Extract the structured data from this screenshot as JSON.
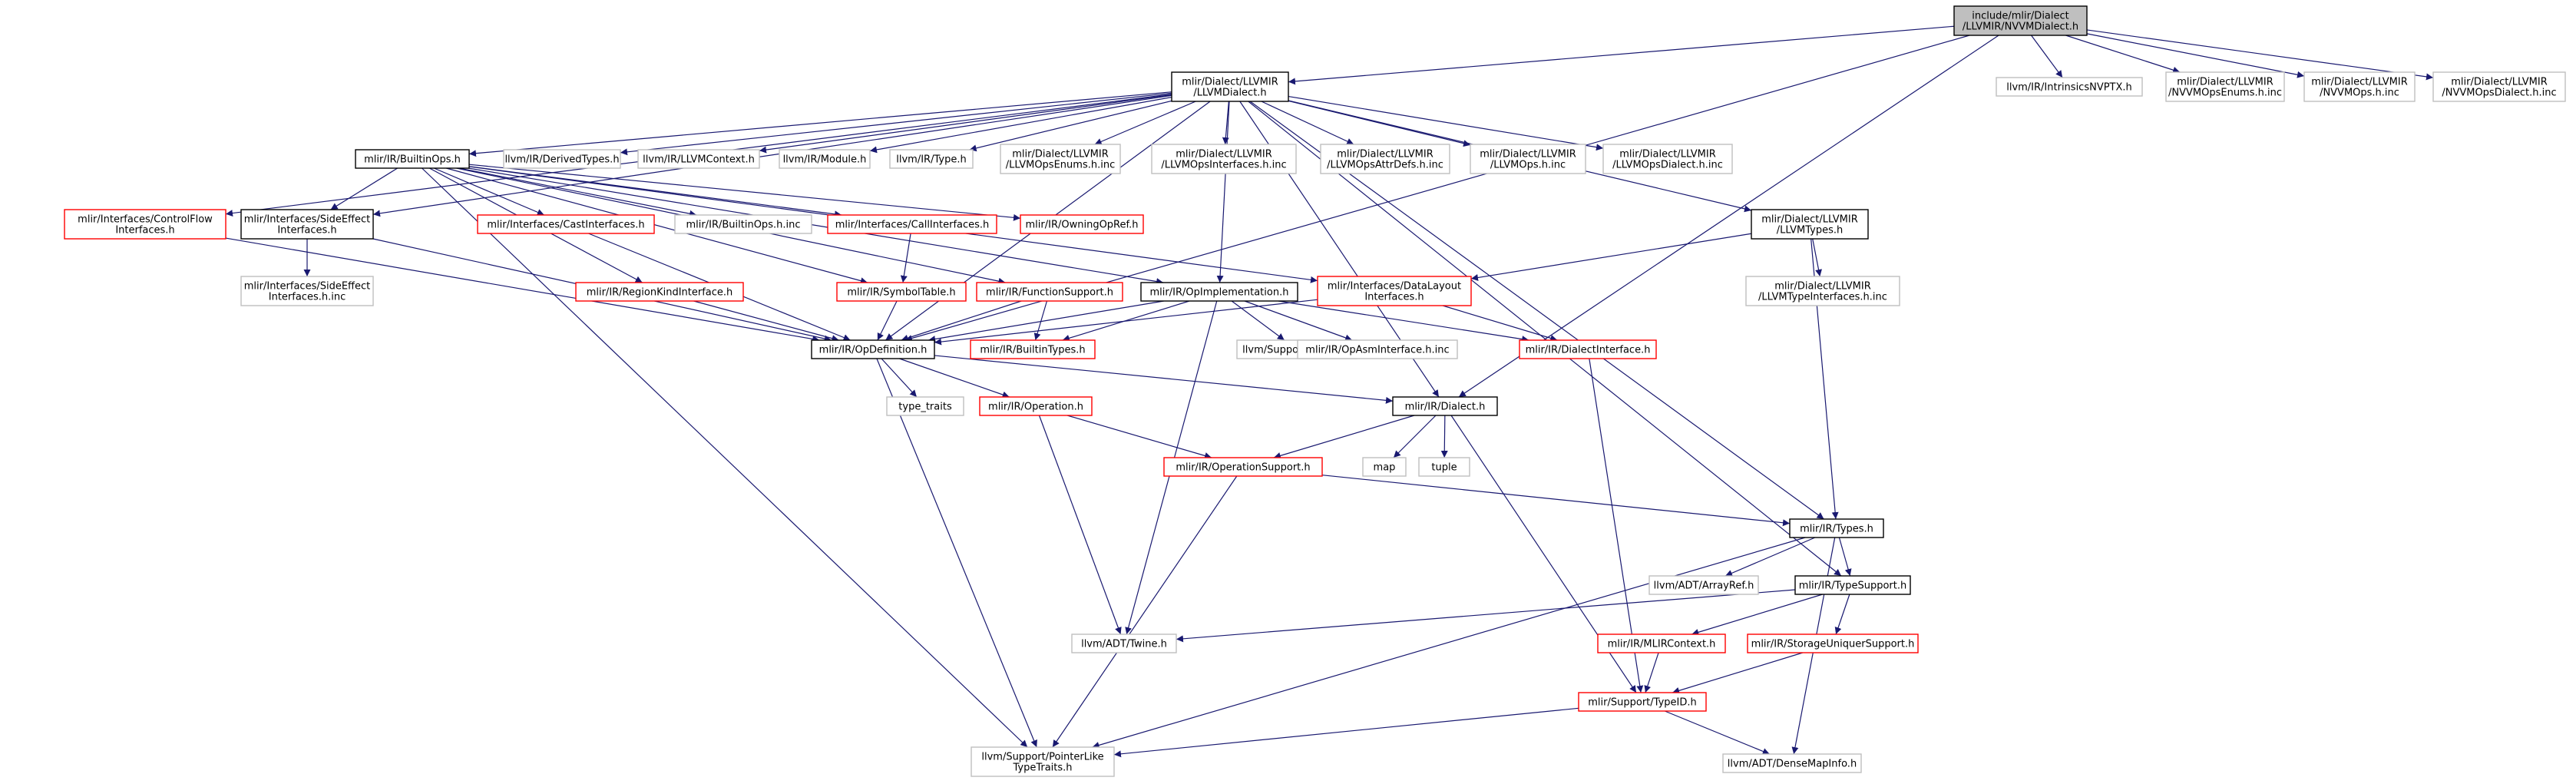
{
  "colors": {
    "edge": "#191970",
    "root_fill": "#bfbfbf",
    "root_border": "#000000",
    "normal_border": "#000000",
    "truncated_border": "#ff0000",
    "missing_border": "#bfbfbf",
    "background": "#ffffff"
  },
  "nodes": {
    "nvvm_dialect": {
      "lines": [
        "include/mlir/Dialect",
        "/LLVMIR/NVVMDialect.h"
      ],
      "kind": "root"
    },
    "llvm_dialect": {
      "lines": [
        "mlir/Dialect/LLVMIR",
        "/LLVMDialect.h"
      ],
      "kind": "normal"
    },
    "intrinsics_nvptx": {
      "lines": [
        "llvm/IR/IntrinsicsNVPTX.h"
      ],
      "kind": "missing"
    },
    "nvvm_ops_enums": {
      "lines": [
        "mlir/Dialect/LLVMIR",
        "/NVVMOpsEnums.h.inc"
      ],
      "kind": "missing"
    },
    "nvvm_ops_inc": {
      "lines": [
        "mlir/Dialect/LLVMIR",
        "/NVVMOps.h.inc"
      ],
      "kind": "missing"
    },
    "nvvm_ops_dialect": {
      "lines": [
        "mlir/Dialect/LLVMIR",
        "/NVVMOpsDialect.h.inc"
      ],
      "kind": "missing"
    },
    "builtin_ops": {
      "lines": [
        "mlir/IR/BuiltinOps.h"
      ],
      "kind": "normal"
    },
    "derived_types": {
      "lines": [
        "llvm/IR/DerivedTypes.h"
      ],
      "kind": "missing"
    },
    "llvm_context": {
      "lines": [
        "llvm/IR/LLVMContext.h"
      ],
      "kind": "missing"
    },
    "llvm_module": {
      "lines": [
        "llvm/IR/Module.h"
      ],
      "kind": "missing"
    },
    "llvm_type": {
      "lines": [
        "llvm/IR/Type.h"
      ],
      "kind": "missing"
    },
    "llvm_ops_enums": {
      "lines": [
        "mlir/Dialect/LLVMIR",
        "/LLVMOpsEnums.h.inc"
      ],
      "kind": "missing"
    },
    "llvm_ops_interfaces": {
      "lines": [
        "mlir/Dialect/LLVMIR",
        "/LLVMOpsInterfaces.h.inc"
      ],
      "kind": "missing"
    },
    "llvm_ops_attrdefs": {
      "lines": [
        "mlir/Dialect/LLVMIR",
        "/LLVMOpsAttrDefs.h.inc"
      ],
      "kind": "missing"
    },
    "llvm_ops_inc": {
      "lines": [
        "mlir/Dialect/LLVMIR",
        "/LLVMOps.h.inc"
      ],
      "kind": "missing"
    },
    "llvm_ops_dialect": {
      "lines": [
        "mlir/Dialect/LLVMIR",
        "/LLVMOpsDialect.h.inc"
      ],
      "kind": "missing"
    },
    "llvm_types": {
      "lines": [
        "mlir/Dialect/LLVMIR",
        "/LLVMTypes.h"
      ],
      "kind": "normal"
    },
    "controlflow_if": {
      "lines": [
        "mlir/Interfaces/ControlFlow",
        "Interfaces.h"
      ],
      "kind": "truncated"
    },
    "sideeffect_if": {
      "lines": [
        "mlir/Interfaces/SideEffect",
        "Interfaces.h"
      ],
      "kind": "normal"
    },
    "cast_if": {
      "lines": [
        "mlir/Interfaces/CastInterfaces.h"
      ],
      "kind": "truncated"
    },
    "builtin_ops_inc": {
      "lines": [
        "mlir/IR/BuiltinOps.h.inc"
      ],
      "kind": "missing"
    },
    "call_if": {
      "lines": [
        "mlir/Interfaces/CallInterfaces.h"
      ],
      "kind": "truncated"
    },
    "owning_opref": {
      "lines": [
        "mlir/IR/OwningOpRef.h"
      ],
      "kind": "truncated"
    },
    "sideeffect_inc": {
      "lines": [
        "mlir/Interfaces/SideEffect",
        "Interfaces.h.inc"
      ],
      "kind": "missing"
    },
    "region_kind_if": {
      "lines": [
        "mlir/IR/RegionKindInterface.h"
      ],
      "kind": "truncated"
    },
    "symbol_table": {
      "lines": [
        "mlir/IR/SymbolTable.h"
      ],
      "kind": "truncated"
    },
    "function_support": {
      "lines": [
        "mlir/IR/FunctionSupport.h"
      ],
      "kind": "truncated"
    },
    "op_implementation": {
      "lines": [
        "mlir/IR/OpImplementation.h"
      ],
      "kind": "normal"
    },
    "datalayout_if": {
      "lines": [
        "mlir/Interfaces/DataLayout",
        "Interfaces.h"
      ],
      "kind": "truncated"
    },
    "llvm_type_interfaces": {
      "lines": [
        "mlir/Dialect/LLVMIR",
        "/LLVMTypeInterfaces.h.inc"
      ],
      "kind": "missing"
    },
    "op_definition": {
      "lines": [
        "mlir/IR/OpDefinition.h"
      ],
      "kind": "normal"
    },
    "builtin_types": {
      "lines": [
        "mlir/IR/BuiltinTypes.h"
      ],
      "kind": "truncated"
    },
    "smloc": {
      "lines": [
        "llvm/Support/SMLoc.h"
      ],
      "kind": "missing"
    },
    "opasm_inc": {
      "lines": [
        "mlir/IR/OpAsmInterface.h.inc"
      ],
      "kind": "missing"
    },
    "dialect_interface": {
      "lines": [
        "mlir/IR/DialectInterface.h"
      ],
      "kind": "truncated"
    },
    "type_traits": {
      "lines": [
        "type_traits"
      ],
      "kind": "missing"
    },
    "operation": {
      "lines": [
        "mlir/IR/Operation.h"
      ],
      "kind": "truncated"
    },
    "dialect": {
      "lines": [
        "mlir/IR/Dialect.h"
      ],
      "kind": "normal"
    },
    "map": {
      "lines": [
        "map"
      ],
      "kind": "missing"
    },
    "tuple": {
      "lines": [
        "tuple"
      ],
      "kind": "missing"
    },
    "operation_support": {
      "lines": [
        "mlir/IR/OperationSupport.h"
      ],
      "kind": "truncated"
    },
    "ir_types": {
      "lines": [
        "mlir/IR/Types.h"
      ],
      "kind": "normal"
    },
    "array_ref": {
      "lines": [
        "llvm/ADT/ArrayRef.h"
      ],
      "kind": "missing"
    },
    "type_support": {
      "lines": [
        "mlir/IR/TypeSupport.h"
      ],
      "kind": "normal"
    },
    "twine": {
      "lines": [
        "llvm/ADT/Twine.h"
      ],
      "kind": "missing"
    },
    "mlir_context": {
      "lines": [
        "mlir/IR/MLIRContext.h"
      ],
      "kind": "truncated"
    },
    "storage_uniquer": {
      "lines": [
        "mlir/IR/StorageUniquerSupport.h"
      ],
      "kind": "truncated"
    },
    "type_id": {
      "lines": [
        "mlir/Support/TypeID.h"
      ],
      "kind": "truncated"
    },
    "pointer_like": {
      "lines": [
        "llvm/Support/PointerLike",
        "TypeTraits.h"
      ],
      "kind": "missing"
    },
    "dense_map_info": {
      "lines": [
        "llvm/ADT/DenseMapInfo.h"
      ],
      "kind": "missing"
    }
  },
  "edges": [
    [
      "nvvm_dialect",
      "llvm_dialect"
    ],
    [
      "nvvm_dialect",
      "intrinsics_nvptx"
    ],
    [
      "nvvm_dialect",
      "nvvm_ops_enums"
    ],
    [
      "nvvm_dialect",
      "nvvm_ops_inc"
    ],
    [
      "nvvm_dialect",
      "nvvm_ops_dialect"
    ],
    [
      "nvvm_dialect",
      "op_definition"
    ],
    [
      "nvvm_dialect",
      "dialect"
    ],
    [
      "llvm_dialect",
      "builtin_ops"
    ],
    [
      "llvm_dialect",
      "derived_types"
    ],
    [
      "llvm_dialect",
      "llvm_context"
    ],
    [
      "llvm_dialect",
      "llvm_module"
    ],
    [
      "llvm_dialect",
      "llvm_type"
    ],
    [
      "llvm_dialect",
      "llvm_ops_enums"
    ],
    [
      "llvm_dialect",
      "llvm_ops_interfaces"
    ],
    [
      "llvm_dialect",
      "llvm_ops_attrdefs"
    ],
    [
      "llvm_dialect",
      "llvm_ops_inc"
    ],
    [
      "llvm_dialect",
      "llvm_ops_dialect"
    ],
    [
      "llvm_dialect",
      "llvm_types"
    ],
    [
      "llvm_dialect",
      "controlflow_if"
    ],
    [
      "llvm_dialect",
      "sideeffect_if"
    ],
    [
      "llvm_dialect",
      "op_definition"
    ],
    [
      "llvm_dialect",
      "op_implementation"
    ],
    [
      "llvm_dialect",
      "dialect"
    ],
    [
      "llvm_dialect",
      "ir_types"
    ],
    [
      "llvm_dialect",
      "type_support"
    ],
    [
      "builtin_ops",
      "sideeffect_if"
    ],
    [
      "builtin_ops",
      "cast_if"
    ],
    [
      "builtin_ops",
      "builtin_ops_inc"
    ],
    [
      "builtin_ops",
      "call_if"
    ],
    [
      "builtin_ops",
      "owning_opref"
    ],
    [
      "builtin_ops",
      "region_kind_if"
    ],
    [
      "builtin_ops",
      "symbol_table"
    ],
    [
      "builtin_ops",
      "function_support"
    ],
    [
      "builtin_ops",
      "op_implementation"
    ],
    [
      "builtin_ops",
      "datalayout_if"
    ],
    [
      "builtin_ops",
      "pointer_like"
    ],
    [
      "controlflow_if",
      "op_definition"
    ],
    [
      "sideeffect_if",
      "sideeffect_inc"
    ],
    [
      "sideeffect_if",
      "op_definition"
    ],
    [
      "cast_if",
      "op_definition"
    ],
    [
      "call_if",
      "symbol_table"
    ],
    [
      "region_kind_if",
      "op_definition"
    ],
    [
      "symbol_table",
      "op_definition"
    ],
    [
      "function_support",
      "op_definition"
    ],
    [
      "function_support",
      "builtin_types"
    ],
    [
      "op_implementation",
      "op_definition"
    ],
    [
      "op_implementation",
      "builtin_types"
    ],
    [
      "op_implementation",
      "smloc"
    ],
    [
      "op_implementation",
      "opasm_inc"
    ],
    [
      "op_implementation",
      "dialect_interface"
    ],
    [
      "op_implementation",
      "twine"
    ],
    [
      "llvm_types",
      "datalayout_if"
    ],
    [
      "llvm_types",
      "llvm_type_interfaces"
    ],
    [
      "llvm_types",
      "ir_types"
    ],
    [
      "datalayout_if",
      "op_definition"
    ],
    [
      "datalayout_if",
      "dialect_interface"
    ],
    [
      "op_definition",
      "type_traits"
    ],
    [
      "op_definition",
      "operation"
    ],
    [
      "op_definition",
      "dialect"
    ],
    [
      "op_definition",
      "pointer_like"
    ],
    [
      "operation",
      "operation_support"
    ],
    [
      "operation",
      "twine"
    ],
    [
      "dialect",
      "map"
    ],
    [
      "dialect",
      "tuple"
    ],
    [
      "dialect",
      "operation_support"
    ],
    [
      "dialect",
      "type_id"
    ],
    [
      "dialect_interface",
      "type_id"
    ],
    [
      "operation_support",
      "ir_types"
    ],
    [
      "operation_support",
      "pointer_like"
    ],
    [
      "ir_types",
      "array_ref"
    ],
    [
      "ir_types",
      "type_support"
    ],
    [
      "ir_types",
      "pointer_like"
    ],
    [
      "ir_types",
      "dense_map_info"
    ],
    [
      "type_support",
      "twine"
    ],
    [
      "type_support",
      "mlir_context"
    ],
    [
      "type_support",
      "storage_uniquer"
    ],
    [
      "mlir_context",
      "type_id"
    ],
    [
      "storage_uniquer",
      "type_id"
    ],
    [
      "type_id",
      "pointer_like"
    ],
    [
      "type_id",
      "dense_map_info"
    ]
  ]
}
